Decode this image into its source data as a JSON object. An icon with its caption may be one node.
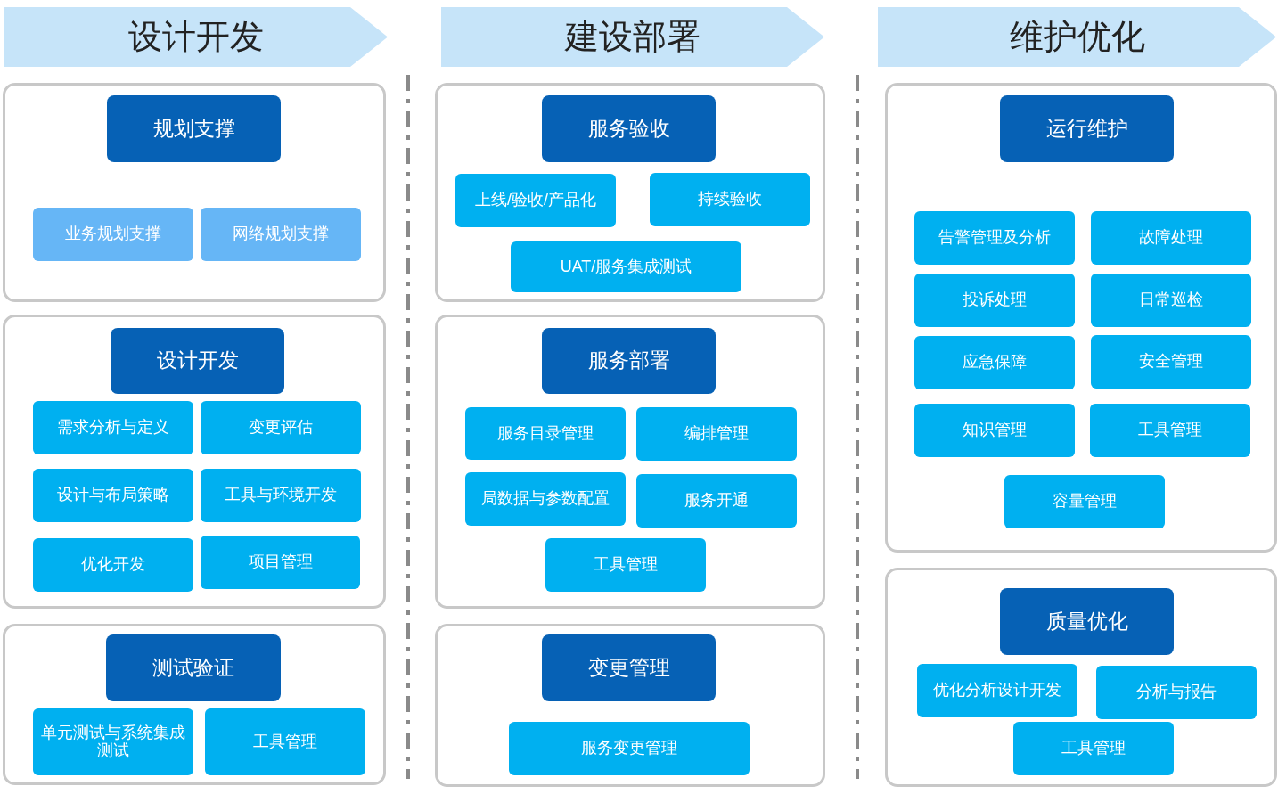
{
  "diagram": {
    "nodes": [
      {
        "text": [
          "设计开发"
        ]
      },
      {
        "text": [
          "建设部署"
        ]
      },
      {
        "text": [
          "维护优化"
        ]
      },
      {
        "text": [],
        "shape": "box"
      },
      {
        "text": [
          "规划支撑"
        ],
        "in": 3
      },
      {
        "text": [
          "业务规划支撑"
        ],
        "in": 3
      },
      {
        "text": [
          "网络规划支撑"
        ],
        "in": 3
      },
      {
        "text": [],
        "shape": "box"
      },
      {
        "text": [
          "设计开发"
        ],
        "in": 7
      },
      {
        "text": [
          "需求分析与定义"
        ],
        "in": 7
      },
      {
        "text": [
          "变更评估"
        ],
        "in": 7
      },
      {
        "text": [
          "设计与布局策略"
        ],
        "in": 7
      },
      {
        "text": [
          "工具与环境开发"
        ],
        "in": 7
      },
      {
        "text": [
          "优化开发"
        ],
        "in": 7
      },
      {
        "text": [
          "项目管理"
        ],
        "in": 7
      },
      {
        "text": [],
        "shape": "box"
      },
      {
        "text": [
          "测试验证"
        ],
        "in": 15
      },
      {
        "text": [
          "单元测试与系统集成测试"
        ],
        "in": 15
      },
      {
        "text": [
          "工具管理"
        ],
        "in": 15
      },
      {
        "text": [],
        "shape": "box"
      },
      {
        "text": [
          "服务验收"
        ],
        "in": 19
      },
      {
        "text": [
          "上线/验收/产品化"
        ],
        "in": 19
      },
      {
        "text": [
          "持续验收"
        ],
        "in": 19
      },
      {
        "text": [
          "UAT/服务集成测试"
        ],
        "in": 19
      },
      {
        "text": [],
        "shape": "box"
      },
      {
        "text": [
          "服务部署"
        ],
        "in": 24
      },
      {
        "text": [
          "服务目录管理"
        ],
        "in": 24
      },
      {
        "text": [
          "编排管理"
        ],
        "in": 24
      },
      {
        "text": [
          "局数据与参数配置"
        ],
        "in": 24
      },
      {
        "text": [
          "服务开通"
        ],
        "in": 24
      },
      {
        "text": [
          "工具管理"
        ],
        "in": 24
      },
      {
        "text": [],
        "shape": "box"
      },
      {
        "text": [
          "变更管理"
        ],
        "in": 31
      },
      {
        "text": [
          "服务变更管理"
        ],
        "in": 31
      },
      {
        "text": [],
        "shape": "box"
      },
      {
        "text": [
          "运行维护"
        ],
        "in": 34
      },
      {
        "text": [
          "告警管理及分析"
        ],
        "in": 34
      },
      {
        "text": [
          "故障处理"
        ],
        "in": 34
      },
      {
        "text": [
          "投诉处理"
        ],
        "in": 34
      },
      {
        "text": [
          "日常巡检"
        ],
        "in": 34
      },
      {
        "text": [
          "应急保障"
        ],
        "in": 34
      },
      {
        "text": [
          "安全管理"
        ],
        "in": 34
      },
      {
        "text": [
          "知识管理"
        ],
        "in": 34
      },
      {
        "text": [
          "工具管理"
        ],
        "in": 34
      },
      {
        "text": [
          "容量管理"
        ],
        "in": 34
      },
      {
        "text": [],
        "shape": "box"
      },
      {
        "text": [
          "质量优化"
        ],
        "in": 45
      },
      {
        "text": [
          "优化分析设计开发"
        ],
        "in": 45
      },
      {
        "text": [
          "分析与报告"
        ],
        "in": 45
      },
      {
        "text": [
          "工具管理"
        ],
        "in": 45
      }
    ]
  }
}
